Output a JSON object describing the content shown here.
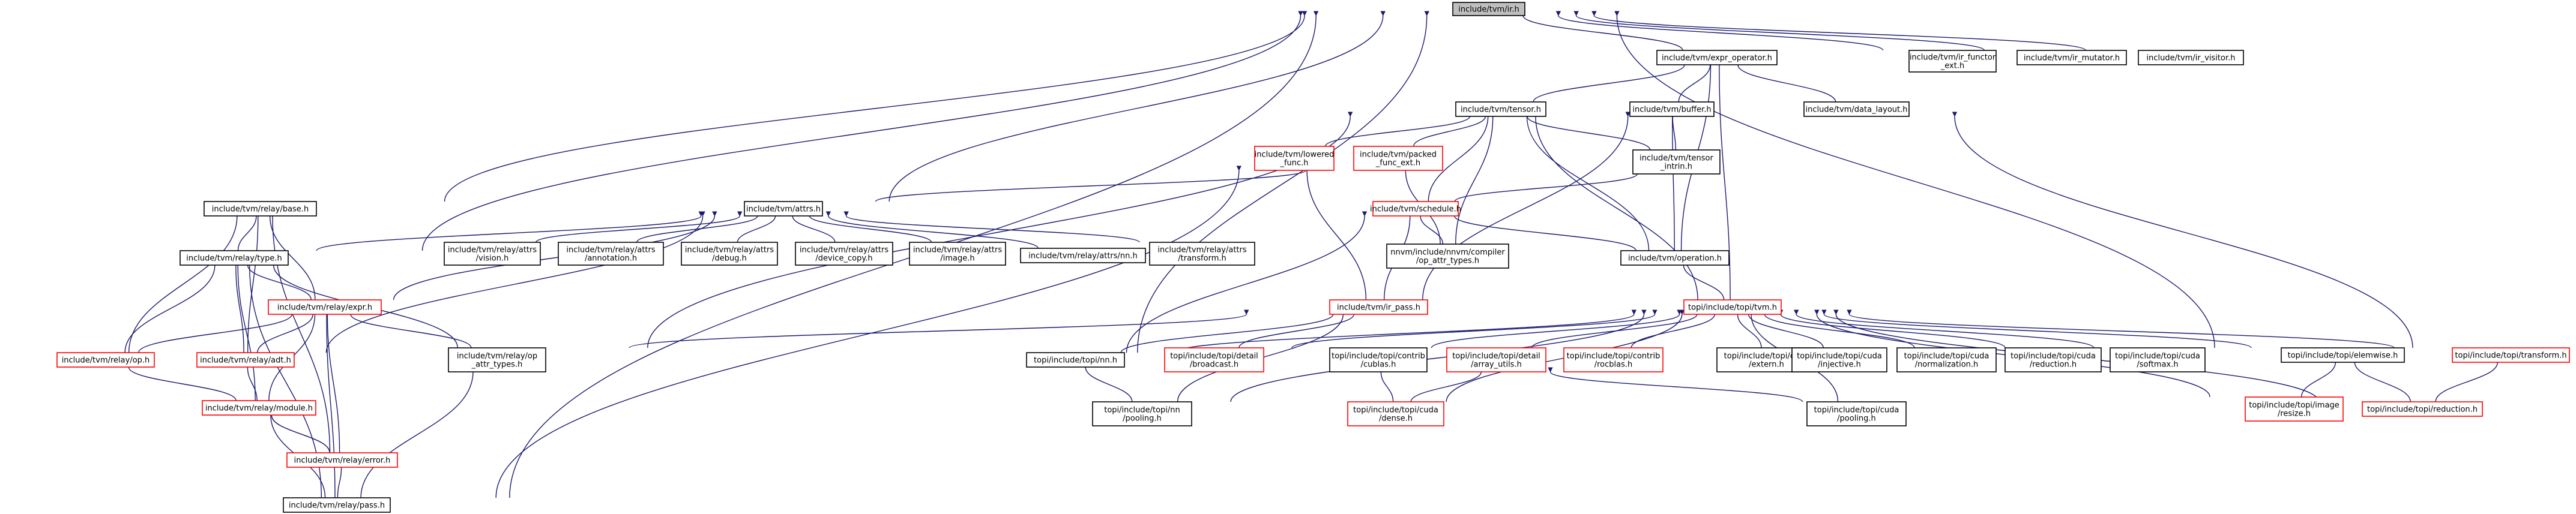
{
  "graph": {
    "colors": {
      "edge": "#191970",
      "normal_border": "#000000",
      "incomplete_border": "#ff0000",
      "root_fill": "#bfbfbf"
    },
    "nodes": {
      "root": {
        "lines": [
          "include/tvm/ir.h"
        ],
        "kind": "root"
      },
      "ir_functor_ext": {
        "lines": [
          "include/tvm/ir_functor",
          "_ext.h"
        ]
      },
      "ir_mutator": {
        "lines": [
          "include/tvm/ir_mutator.h"
        ]
      },
      "ir_visitor": {
        "lines": [
          "include/tvm/ir_visitor.h"
        ]
      },
      "expr_operator": {
        "lines": [
          "include/tvm/expr_operator.h"
        ]
      },
      "tensor": {
        "lines": [
          "include/tvm/tensor.h"
        ]
      },
      "buffer": {
        "lines": [
          "include/tvm/buffer.h"
        ]
      },
      "data_layout": {
        "lines": [
          "include/tvm/data_layout.h"
        ]
      },
      "lowered_func": {
        "lines": [
          "include/tvm/lowered",
          "_func.h"
        ],
        "kind": "red"
      },
      "packed_func_ext": {
        "lines": [
          "include/tvm/packed",
          "_func_ext.h"
        ],
        "kind": "red"
      },
      "tensor_intrin": {
        "lines": [
          "include/tvm/tensor",
          "_intrin.h"
        ]
      },
      "relay_base": {
        "lines": [
          "include/tvm/relay/base.h"
        ]
      },
      "attrs": {
        "lines": [
          "include/tvm/attrs.h"
        ]
      },
      "schedule": {
        "lines": [
          "include/tvm/schedule.h"
        ],
        "kind": "red"
      },
      "relay_type": {
        "lines": [
          "include/tvm/relay/type.h"
        ]
      },
      "attrs_vision": {
        "lines": [
          "include/tvm/relay/attrs",
          "/vision.h"
        ]
      },
      "attrs_annotation": {
        "lines": [
          "include/tvm/relay/attrs",
          "/annotation.h"
        ]
      },
      "attrs_debug": {
        "lines": [
          "include/tvm/relay/attrs",
          "/debug.h"
        ]
      },
      "attrs_device_copy": {
        "lines": [
          "include/tvm/relay/attrs",
          "/device_copy.h"
        ]
      },
      "attrs_image": {
        "lines": [
          "include/tvm/relay/attrs",
          "/image.h"
        ]
      },
      "attrs_nn": {
        "lines": [
          "include/tvm/relay/attrs/nn.h"
        ]
      },
      "attrs_transform": {
        "lines": [
          "include/tvm/relay/attrs",
          "/transform.h"
        ]
      },
      "nnvm_op_attr_types": {
        "lines": [
          "nnvm/include/nnvm/compiler",
          "/op_attr_types.h"
        ]
      },
      "operation": {
        "lines": [
          "include/tvm/operation.h"
        ]
      },
      "relay_expr": {
        "lines": [
          "include/tvm/relay/expr.h"
        ],
        "kind": "red"
      },
      "ir_pass": {
        "lines": [
          "include/tvm/ir_pass.h"
        ],
        "kind": "red"
      },
      "topi_tvm": {
        "lines": [
          "topi/include/topi/tvm.h"
        ],
        "kind": "red"
      },
      "relay_op": {
        "lines": [
          "include/tvm/relay/op.h"
        ],
        "kind": "red"
      },
      "relay_adt": {
        "lines": [
          "include/tvm/relay/adt.h"
        ],
        "kind": "red"
      },
      "relay_op_attr_types": {
        "lines": [
          "include/tvm/relay/op",
          "_attr_types.h"
        ]
      },
      "topi_nn": {
        "lines": [
          "topi/include/topi/nn.h"
        ]
      },
      "topi_detail_broadcast": {
        "lines": [
          "topi/include/topi/detail",
          "/broadcast.h"
        ],
        "kind": "red"
      },
      "topi_contrib_cublas": {
        "lines": [
          "topi/include/topi/contrib",
          "/cublas.h"
        ]
      },
      "topi_detail_array_utils": {
        "lines": [
          "topi/include/topi/detail",
          "/array_utils.h"
        ],
        "kind": "red"
      },
      "topi_contrib_rocblas": {
        "lines": [
          "topi/include/topi/contrib",
          "/rocblas.h"
        ],
        "kind": "red"
      },
      "topi_cuda_extern": {
        "lines": [
          "topi/include/topi/cuda",
          "/extern.h"
        ]
      },
      "topi_cuda_injective": {
        "lines": [
          "topi/include/topi/cuda",
          "/injective.h"
        ]
      },
      "topi_cuda_normalization": {
        "lines": [
          "topi/include/topi/cuda",
          "/normalization.h"
        ]
      },
      "topi_cuda_reduction": {
        "lines": [
          "topi/include/topi/cuda",
          "/reduction.h"
        ]
      },
      "topi_cuda_softmax": {
        "lines": [
          "topi/include/topi/cuda",
          "/softmax.h"
        ]
      },
      "topi_elemwise": {
        "lines": [
          "topi/include/topi/elemwise.h"
        ]
      },
      "topi_transform": {
        "lines": [
          "topi/include/topi/transform.h"
        ],
        "kind": "red"
      },
      "relay_module": {
        "lines": [
          "include/tvm/relay/module.h"
        ],
        "kind": "red"
      },
      "topi_nn_pooling": {
        "lines": [
          "topi/include/topi/nn",
          "/pooling.h"
        ]
      },
      "topi_cuda_dense": {
        "lines": [
          "topi/include/topi/cuda",
          "/dense.h"
        ],
        "kind": "red"
      },
      "topi_cuda_pooling": {
        "lines": [
          "topi/include/topi/cuda",
          "/pooling.h"
        ]
      },
      "topi_image_resize": {
        "lines": [
          "topi/include/topi/image",
          "/resize.h"
        ],
        "kind": "red"
      },
      "topi_reduction": {
        "lines": [
          "topi/include/topi/reduction.h"
        ],
        "kind": "red"
      },
      "relay_error": {
        "lines": [
          "include/tvm/relay/error.h"
        ],
        "kind": "red"
      },
      "relay_pass": {
        "lines": [
          "include/tvm/relay/pass.h"
        ]
      }
    }
  }
}
